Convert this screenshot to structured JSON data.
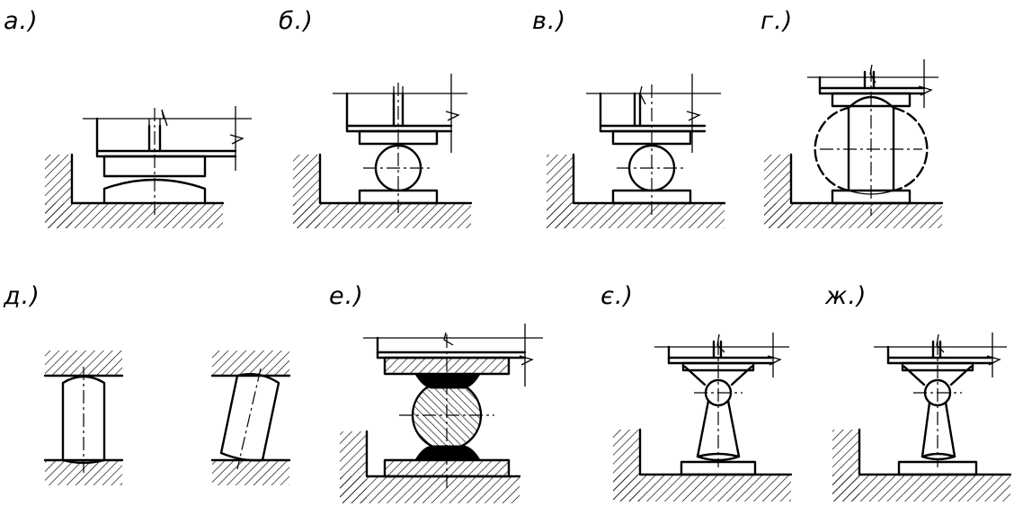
{
  "labels": {
    "a": "а.)",
    "b": "б.)",
    "v": "в.)",
    "g": "г.)",
    "d": "д.)",
    "e": "е.)",
    "ye": "є.)",
    "zh": "ж.)"
  },
  "colors": {
    "ink": "#000000",
    "paper": "#ffffff"
  }
}
